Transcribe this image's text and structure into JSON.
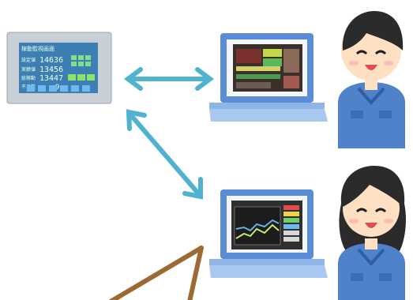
{
  "hmi_panel": {
    "title": "稼動監視画面",
    "rows": [
      {
        "label": "設定値",
        "value": "14636"
      },
      {
        "label": "実績値",
        "value": "13456"
      },
      {
        "label": "総稼動",
        "value": "13447"
      },
      {
        "label": "不良数",
        "value": "9"
      }
    ]
  },
  "colors": {
    "arrow": "#4fb3cf",
    "laptop_body": "#5a8cd8",
    "laptop_base": "#a8c8ef",
    "person_shirt": "#4f82c9",
    "skin": "#ffe0c3",
    "hair": "#2b2b2b",
    "line_brown": "#9c6a33"
  },
  "icons": {
    "device": "hmi-touch-panel-icon",
    "laptop": "laptop-icon",
    "person": "worker-icon"
  }
}
